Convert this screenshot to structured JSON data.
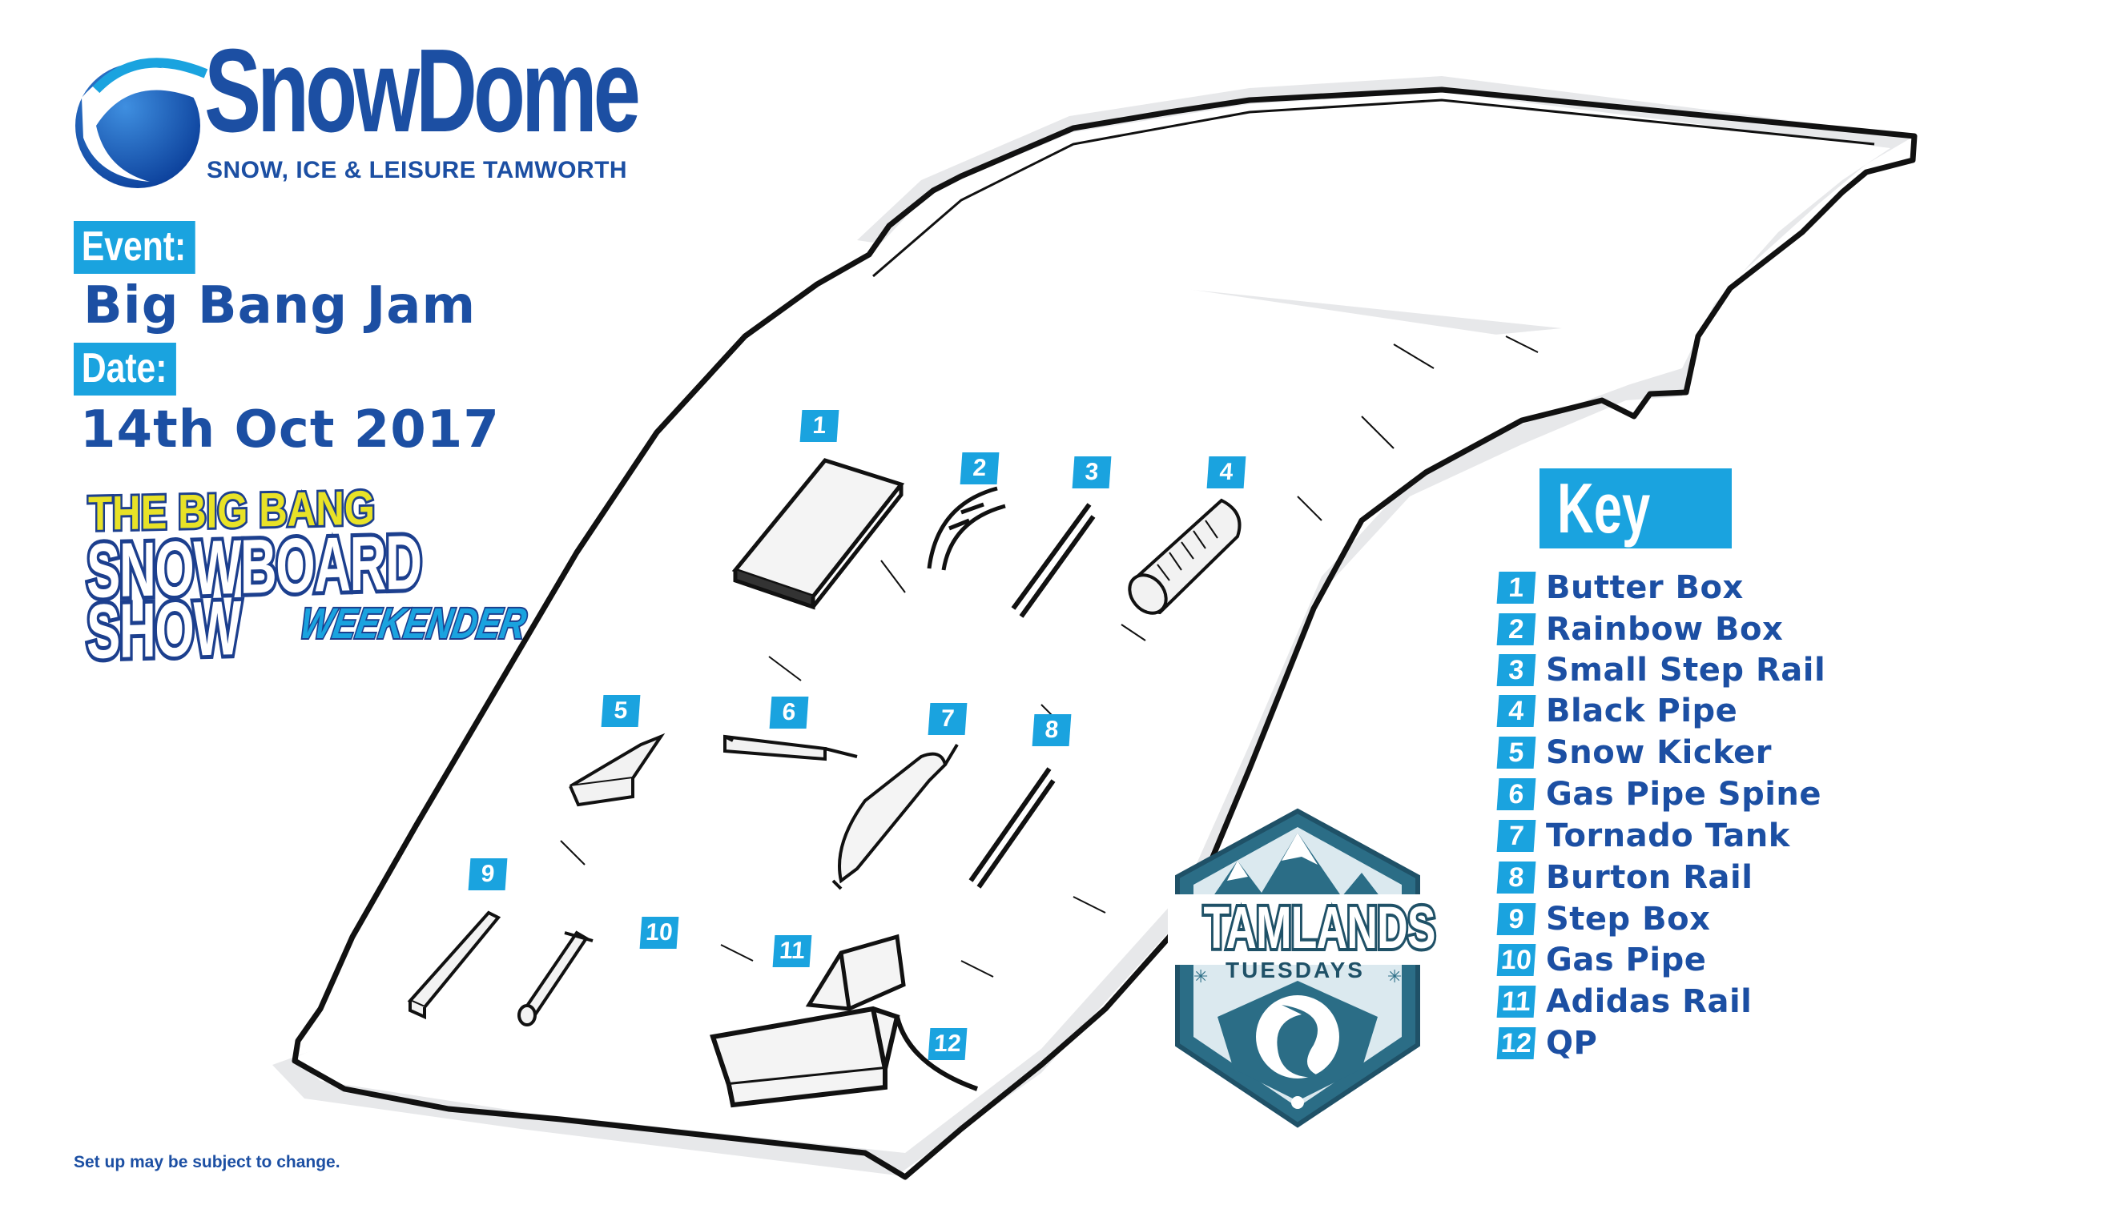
{
  "brand": {
    "logo_text": "SnowDome",
    "tagline": "SNOW, ICE & LEISURE TAMWORTH",
    "colors": {
      "primary_blue": "#1c4fa3",
      "accent_cyan": "#1aa3df",
      "line_black": "#111111",
      "badge_teal": "#2b6d86"
    }
  },
  "event": {
    "event_label": "Event:",
    "event_name": "Big Bang Jam",
    "date_label": "Date:",
    "date_value": "14th Oct 2017"
  },
  "show_logo": {
    "line1": "THE BIG BANG",
    "line2": "SNOWBOARD",
    "line3": "SHOW",
    "line4": "WEEKENDER"
  },
  "key": {
    "title": "Key",
    "items": [
      {
        "num": "1",
        "label": "Butter Box"
      },
      {
        "num": "2",
        "label": "Rainbow Box"
      },
      {
        "num": "3",
        "label": "Small Step Rail"
      },
      {
        "num": "4",
        "label": "Black Pipe"
      },
      {
        "num": "5",
        "label": "Snow Kicker"
      },
      {
        "num": "6",
        "label": "Gas Pipe Spine"
      },
      {
        "num": "7",
        "label": "Tornado Tank"
      },
      {
        "num": "8",
        "label": "Burton Rail"
      },
      {
        "num": "9",
        "label": "Step Box"
      },
      {
        "num": "10",
        "label": "Gas Pipe"
      },
      {
        "num": "11",
        "label": "Adidas Rail"
      },
      {
        "num": "12",
        "label": "QP"
      }
    ]
  },
  "markers": [
    "1",
    "2",
    "3",
    "4",
    "5",
    "6",
    "7",
    "8",
    "9",
    "10",
    "11",
    "12"
  ],
  "badge": {
    "title": "TAMLANDS",
    "subtitle": "TUESDAYS"
  },
  "footer": {
    "disclaimer": "Set up may be subject to change."
  }
}
